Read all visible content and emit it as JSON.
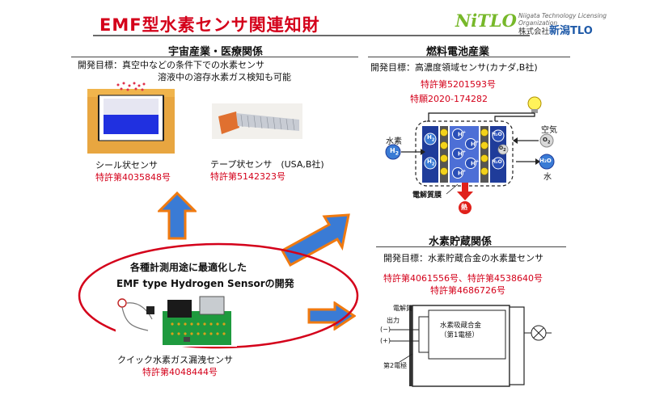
{
  "title": "EMF型水素センサ関連知財",
  "logo": {
    "mark": "NiTLO",
    "org_en": "Niigata Technology Licensing Organization",
    "company_prefix": "株式会社",
    "company_name": "新潟TLO"
  },
  "space": {
    "heading": "宇宙産業・医療関係",
    "goal_line1": "開発目標：真空中などの条件下での水素センサ",
    "goal_line2": "溶液中の溶存水素ガス検知も可能",
    "seal_label": "シール状センサ",
    "seal_patent": "特許第4035848号",
    "tape_label": "テープ状センサ　(USA,B社)",
    "tape_patent": "特許第5142323号"
  },
  "fuel": {
    "heading": "燃料電池産業",
    "goal": "開発目標：高濃度領域センサ(カナダ,B社)",
    "patent1": "特許第5201593号",
    "patent2": "特願2020-174282",
    "label_hydrogen": "水素",
    "label_air": "空気",
    "label_water": "水",
    "label_membrane": "電解質膜",
    "label_heat": "熱",
    "h2": "H",
    "hplus": "H",
    "h2o": "H₂O",
    "o2": "O"
  },
  "storage": {
    "heading": "水素貯蔵関係",
    "goal": "開発目標：水素貯蔵合金の水素量センサ",
    "patent_line1": "特許第4061556号、特許第4538640号",
    "patent_line2": "特許第4686726号",
    "label_electrolyte": "電解質",
    "label_output": "出力",
    "label_minus": "(−)",
    "label_plus": "(+)",
    "label_alloy1": "水素吸蔵合金",
    "label_alloy2": "（第1電極）",
    "label_electrode2": "第2電極"
  },
  "center": {
    "line1": "各種計測用途に最適化した",
    "line2": "EMF type Hydrogen Sensorの開発",
    "quick_label": "クイック水素ガス漏洩センサ",
    "quick_patent": "特許第4048444号"
  },
  "colors": {
    "title_red": "#d4001a",
    "arrow_blue": "#3a7bd5",
    "arrow_orange": "#f07a10",
    "ellipse_red": "#d4001a",
    "logo_green": "#77b82a",
    "logo_blue": "#1f5aa8"
  }
}
